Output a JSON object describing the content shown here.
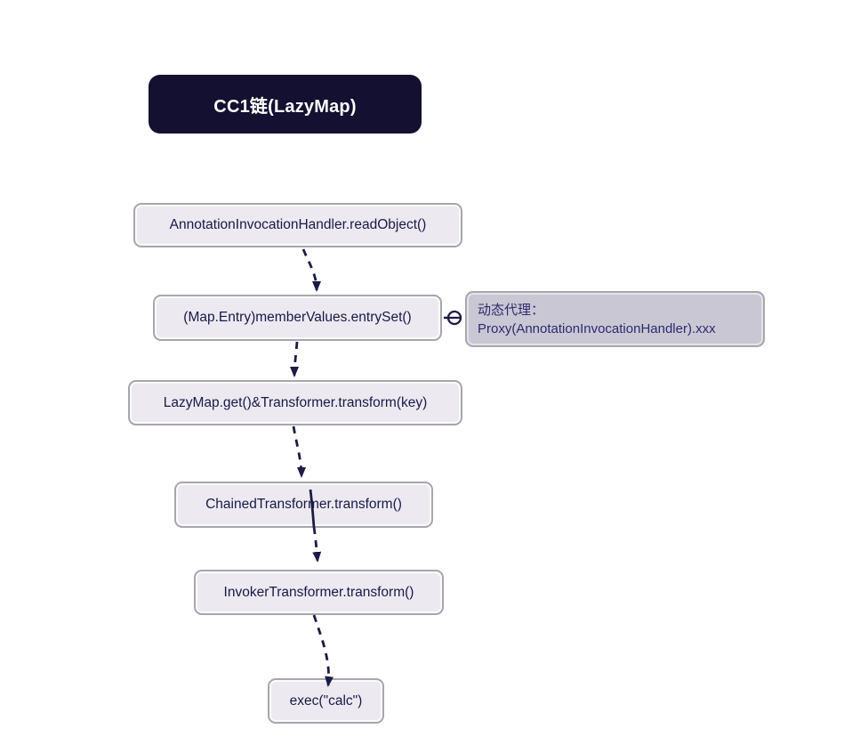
{
  "title": {
    "label": "CC1链(LazyMap)"
  },
  "nodes": [
    {
      "id": "readObject",
      "label": "AnnotationInvocationHandler.readObject()"
    },
    {
      "id": "entrySet",
      "label": "(Map.Entry)memberValues.entrySet()"
    },
    {
      "id": "lazymap-get",
      "label": "LazyMap.get()&Transformer.transform(key)"
    },
    {
      "id": "chainedTransformer",
      "label": "ChainedTransformer.transform()"
    },
    {
      "id": "invokerTransformer",
      "label": "InvokerTransformer.transform()"
    },
    {
      "id": "exec",
      "label": "exec(\"calc\")"
    }
  ],
  "annotation": {
    "line1": "动态代理：",
    "line2": "Proxy(AnnotationInvocationHandler).xxx"
  },
  "colors": {
    "canvas-bg": "#ffffff",
    "header-bg": "#131031",
    "header-text": "#ffffff",
    "node-bg": "#eceaf0",
    "node-border": "#a6a6ad",
    "node-text": "#191849",
    "note-bg": "#c9c7d4",
    "note-text": "#2d2a6e",
    "edge": "#1c1b45"
  }
}
